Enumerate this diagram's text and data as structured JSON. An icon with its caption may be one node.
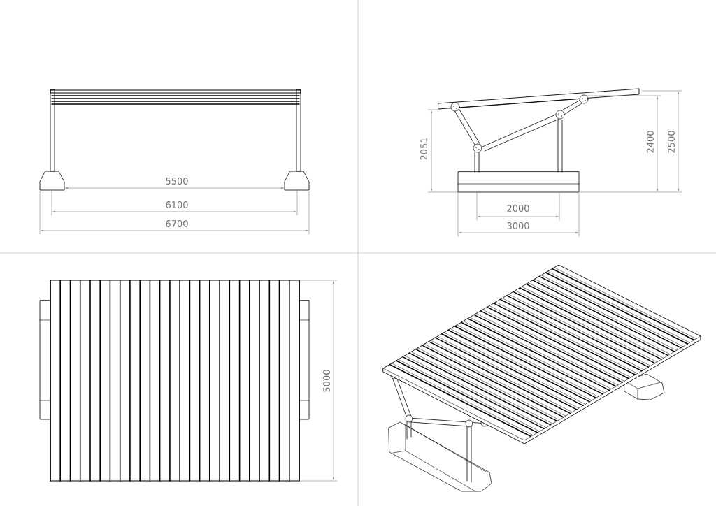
{
  "diagram": {
    "labels": [
      "5500",
      "6100",
      "6700",
      "2400",
      "2500",
      "2051",
      "2000",
      "3000",
      "5000"
    ]
  }
}
